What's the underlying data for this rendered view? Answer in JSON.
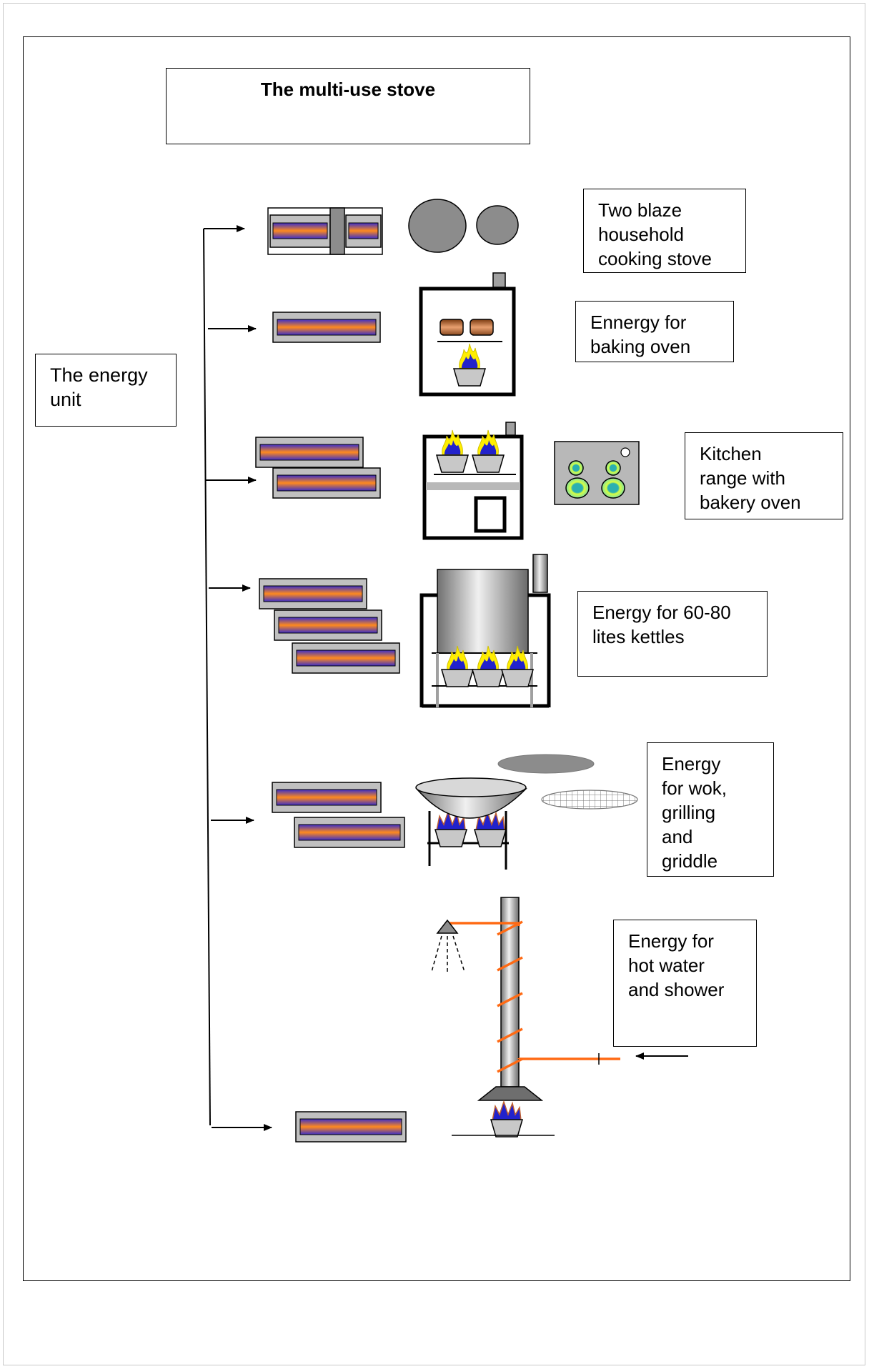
{
  "title": "The multi-use stove",
  "energy_unit": {
    "label": "The energy\nunit"
  },
  "applications": [
    {
      "label": "Two blaze\nhousehold\ncooking stove"
    },
    {
      "label": "Ennergy for\nbaking oven"
    },
    {
      "label": "Kitchen\nrange with\nbakery oven"
    },
    {
      "label": "Energy for 60-80\nlites kettles"
    },
    {
      "label": "Energy\nfor wok,\ngrilling\nand\ngriddle"
    },
    {
      "label": "Energy for\nhot water\nand shower"
    }
  ],
  "colors": {
    "burner_frame": "#c0c0c0",
    "burner_blue": "#3a2ec8",
    "burner_orange": "#ff8a1e",
    "device_gray": "#8c8c8c",
    "pipe_orange": "#ff6a14",
    "flame_yellow": "#ffee00",
    "flame_blue": "#2222cc"
  }
}
